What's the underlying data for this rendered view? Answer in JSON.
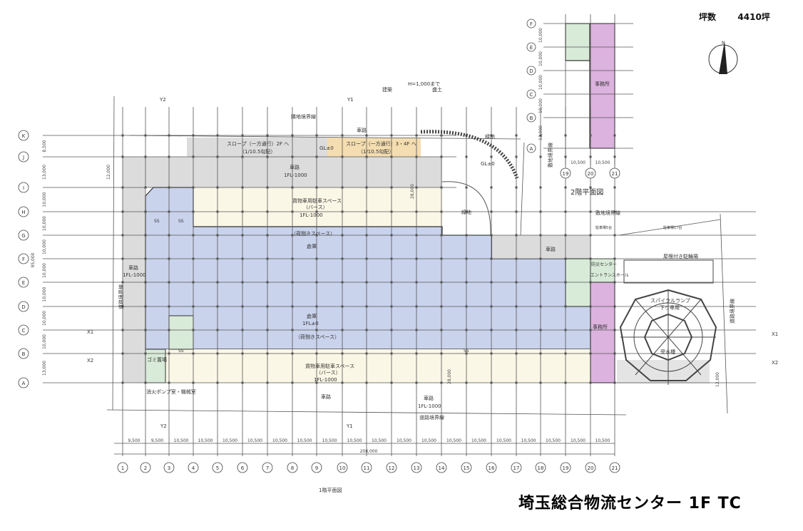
{
  "title": "埼玉総合物流センター 1F TC",
  "area": {
    "label": "坪数",
    "value": "4410坪"
  },
  "plan_1f": {
    "caption": "1階平面図",
    "row_labels": [
      "A",
      "B",
      "C",
      "D",
      "E",
      "F",
      "G",
      "H",
      "I",
      "J",
      "K"
    ],
    "row_dims": [
      "13,000",
      "10,000",
      "10,000",
      "10,000",
      "10,000",
      "10,000",
      "10,000",
      "10,000",
      "13,000",
      "8,500"
    ],
    "total_height": "95,000",
    "col_labels": [
      "1",
      "2",
      "3",
      "4",
      "5",
      "6",
      "7",
      "8",
      "9",
      "10",
      "11",
      "12",
      "13",
      "14",
      "15",
      "16",
      "17",
      "18",
      "19",
      "20",
      "21"
    ],
    "col_dims": [
      "9,500",
      "9,500",
      "10,500",
      "10,500",
      "10,500",
      "10,500",
      "10,500",
      "10,500",
      "10,500",
      "10,500",
      "10,500",
      "10,500",
      "10,500",
      "10,500",
      "10,500",
      "10,500",
      "10,500",
      "10,500",
      "10,500",
      "10,500"
    ],
    "total_width": "208,000",
    "labels": {
      "neighbor_boundary": "隣地境界線",
      "road_top": "車路",
      "slope_2f": "スロープ（一方通行）2F へ",
      "slope_2f_grade": "（1/10.5勾配）",
      "slope_34f": "スロープ（一方通行）3・4F へ",
      "slope_34f_grade": "（1/10.5勾配）",
      "gl0_a": "GL±0",
      "gl0_b": "GL±0",
      "height_note": "H=1,000まで",
      "kenchiku": "建築",
      "morido": "盛土",
      "green_a": "緑地",
      "green_b": "緑地",
      "site_boundary_right": "敷地境界線",
      "site_boundary_top": "敷地境界線",
      "road_j": "車路",
      "road_j_fl": "1FL-1000",
      "truck_parking_top": "貨物車用駐車スペース",
      "berth_top": "（バース）",
      "truck_fl_top": "1FL-1000",
      "unload_top": "（荷捌きスペース）",
      "warehouse_a": "倉庫",
      "warehouse_b": "倉庫",
      "warehouse_b_fl": "1FL±0",
      "unload_bottom": "（荷捌きスペース）",
      "truck_parking_bottom": "貨物車用駐車スペース",
      "berth_bottom": "（バース）",
      "truck_fl_bottom": "1FL-1000",
      "road_left": "車路",
      "road_left_fl": "1FL-1000",
      "road_boundary_left": "道路境界線",
      "road_boundary_bottom": "道路境界線",
      "road_boundary_right": "道路境界線",
      "road_right": "車路",
      "road_bottom_a": "車路",
      "road_bottom_b": "車路",
      "road_bottom_b_fl": "1FL-1000",
      "garbage": "ゴミ置場",
      "pump_room": "消火ポンプ室・機械室",
      "parking_5": "駐車場5台",
      "parking_17": "駐車場17台",
      "bike_parking": "屋根付き駐輪場",
      "disaster_center": "防災センター",
      "entrance_hall": "エントランスホール",
      "office": "事務所",
      "spiral_ramp": "スパイラルランプ",
      "spiral_ramp_sub": "下り専用",
      "water_tank": "受水槽",
      "dim_12000_a": "12,000",
      "dim_12000_b": "12,000",
      "dim_28000_a": "28,000",
      "dim_28000_b": "28,000",
      "section_x1": "X1",
      "section_x2": "X2",
      "section_y1": "Y1",
      "section_y2": "Y2",
      "ss": "SS"
    }
  },
  "plan_2f": {
    "caption": "2階平面図",
    "row_labels": [
      "A",
      "B",
      "C",
      "D",
      "E",
      "F"
    ],
    "row_dims": [
      "13,000",
      "10,000",
      "10,000",
      "10,000",
      "10,000"
    ],
    "col_labels": [
      "19",
      "20",
      "21"
    ],
    "col_dims": [
      "10,500",
      "10,500"
    ],
    "office": "事務所"
  },
  "compass": {
    "north": "N"
  },
  "colors": {
    "warehouse": "#c9d3ec",
    "berth": "#fbf7e6",
    "road": "#dcdcdc",
    "slope_34f": "#f4ddb0",
    "office": "#dcb2de",
    "core": "#d8ead8"
  }
}
